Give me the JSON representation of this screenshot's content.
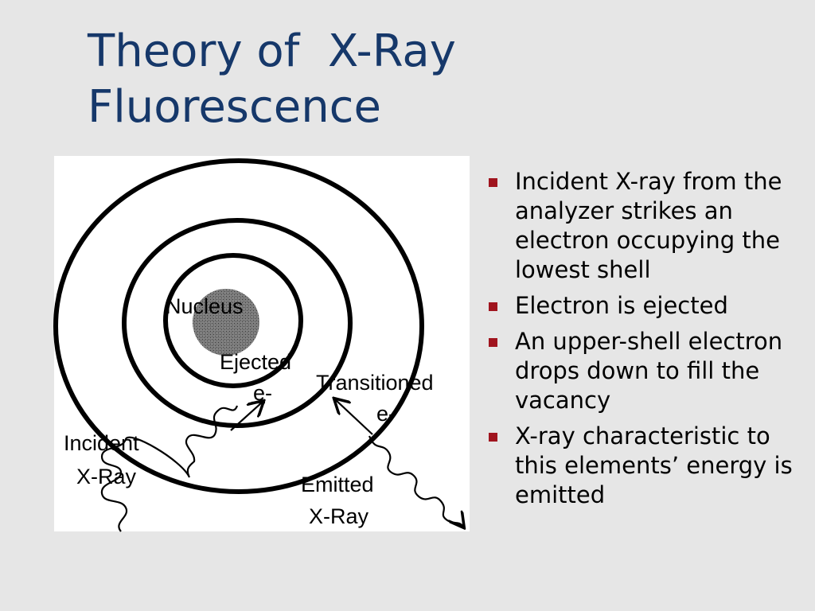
{
  "title": {
    "line1": "Theory of  X-Ray",
    "line2": "Fluorescence"
  },
  "diagram": {
    "labels": {
      "nucleus": "Nucleus",
      "ejected": "Ejected",
      "ejected_e": "e-",
      "transitioned": "Transitioned",
      "transitioned_e": "e-",
      "incident_1": "Incident",
      "incident_2": "X-Ray",
      "emitted_1": "Emitted",
      "emitted_2": "X-Ray"
    }
  },
  "bullets": [
    "Incident X-ray from the analyzer strikes an electron occupying the lowest shell",
    "Electron is ejected",
    "An upper-shell electron drops down to fill the vacancy",
    "X-ray characteristic to this elements’ energy is emitted"
  ],
  "colors": {
    "background": "#e6e6e6",
    "title": "#16386a",
    "bullet": "#a0141e"
  }
}
